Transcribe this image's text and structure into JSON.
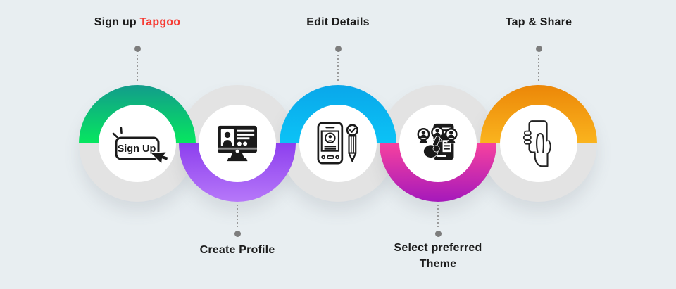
{
  "canvas": {
    "background": "#e8eef1",
    "text_color": "#1c1c1c",
    "gray_ring_color": "#e3e3e3",
    "inner_circle_color": "#ffffff"
  },
  "connector": {
    "dot_color": "#7d7d7d",
    "line_color": "#9a9a9a"
  },
  "steps": [
    {
      "name": "sign-up",
      "label_main": "Sign up",
      "label_accent": "Tapgoo",
      "accent_color": "#f63b33",
      "label_position": "top",
      "icon": "signup-button-icon",
      "icon_text": "Sign Up",
      "colored_half": "top",
      "ring_gradient": [
        "#129c8b",
        "#06e75f"
      ]
    },
    {
      "name": "create-profile",
      "label": "Create Profile",
      "label_position": "bottom",
      "icon": "monitor-profile-icon",
      "colored_half": "bottom",
      "ring_gradient": [
        "#8d3fee",
        "#b678f9"
      ]
    },
    {
      "name": "edit-details",
      "label": "Edit Details",
      "label_position": "top",
      "icon": "phone-edit-icon",
      "colored_half": "top",
      "ring_gradient": [
        "#0aa7ea",
        "#0bc3f6"
      ]
    },
    {
      "name": "select-theme",
      "label_line1": "Select preferred",
      "label_line2": "Theme",
      "label_position": "bottom",
      "icon": "theme-select-icon",
      "colored_half": "bottom",
      "ring_gradient": [
        "#f6419f",
        "#a519bb"
      ]
    },
    {
      "name": "tap-share",
      "label": "Tap & Share",
      "label_position": "top",
      "icon": "hand-holding-phone-icon",
      "colored_half": "top",
      "ring_gradient": [
        "#ec8708",
        "#fab41e"
      ]
    }
  ]
}
